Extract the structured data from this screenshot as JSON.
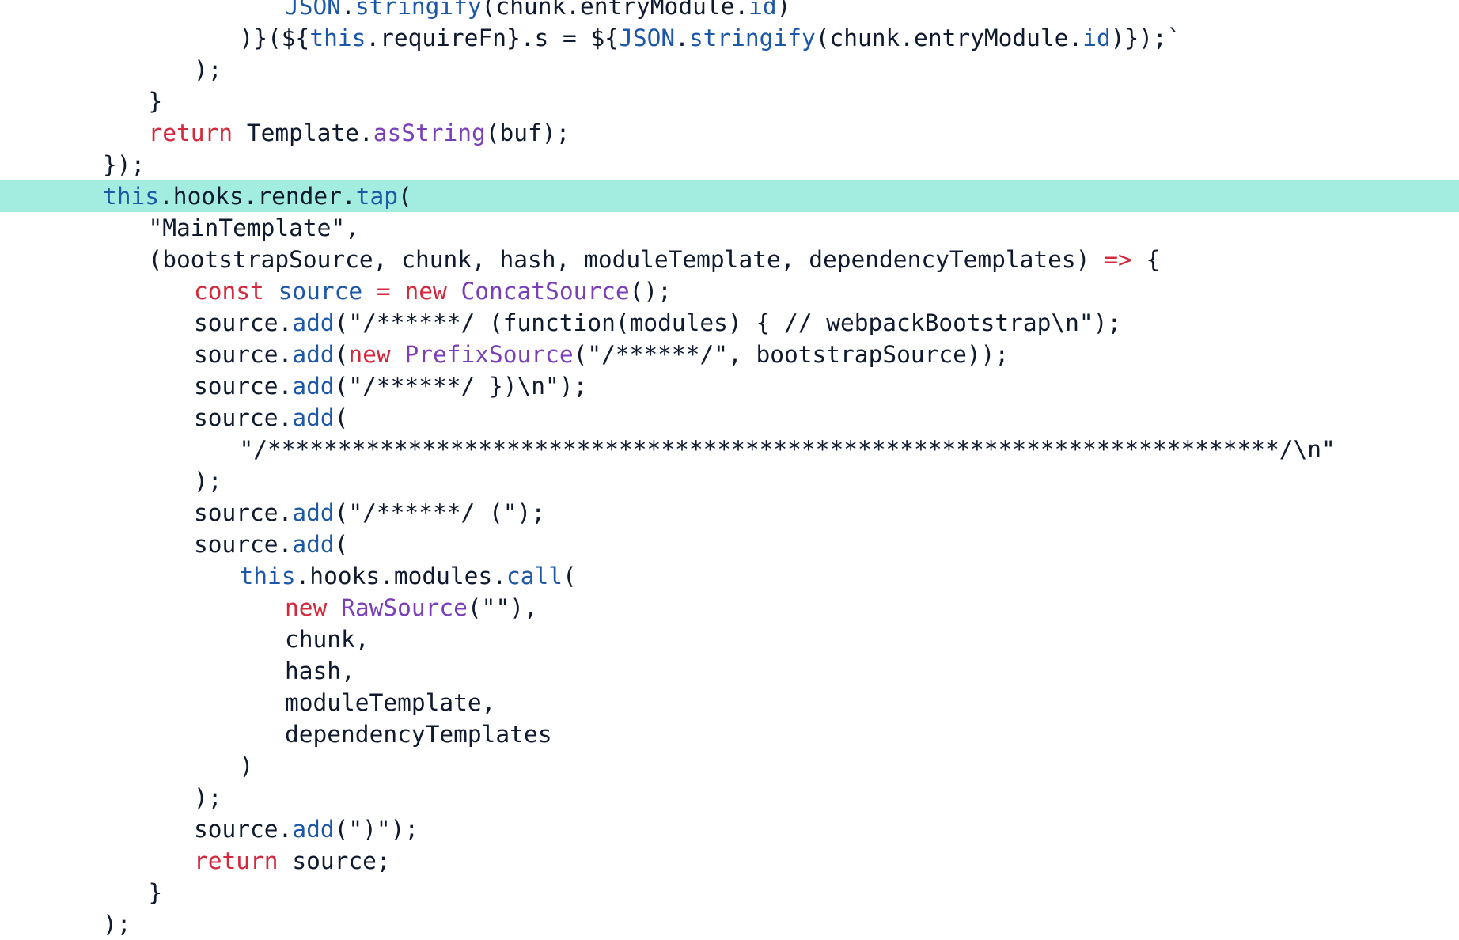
{
  "colors": {
    "background": "#ffffff",
    "highlight": "#a3ede0",
    "plain": "#0f1a2e",
    "keyword": "#d4283c",
    "builtin": "#1c57a8",
    "method": "#7a3fb8"
  },
  "highlighted_line": 6,
  "lines": [
    {
      "indent": 4,
      "tokens": [
        {
          "t": "JSON",
          "c": "builtin"
        },
        {
          "t": ".",
          "c": "plain"
        },
        {
          "t": "stringify",
          "c": "builtin"
        },
        {
          "t": "(chunk.entryModule.",
          "c": "plain"
        },
        {
          "t": "id",
          "c": "builtin"
        },
        {
          "t": ")",
          "c": "plain"
        }
      ]
    },
    {
      "indent": 3,
      "tokens": [
        {
          "t": ")}(${",
          "c": "plain"
        },
        {
          "t": "this",
          "c": "builtin"
        },
        {
          "t": ".requireFn}.s = ${",
          "c": "plain"
        },
        {
          "t": "JSON",
          "c": "builtin"
        },
        {
          "t": ".",
          "c": "plain"
        },
        {
          "t": "stringify",
          "c": "builtin"
        },
        {
          "t": "(chunk.entryModule.",
          "c": "plain"
        },
        {
          "t": "id",
          "c": "builtin"
        },
        {
          "t": ")});`",
          "c": "plain"
        }
      ]
    },
    {
      "indent": 2,
      "tokens": [
        {
          "t": ");",
          "c": "plain"
        }
      ]
    },
    {
      "indent": 1,
      "tokens": [
        {
          "t": "}",
          "c": "plain"
        }
      ]
    },
    {
      "indent": 1,
      "tokens": [
        {
          "t": "return",
          "c": "keyword"
        },
        {
          "t": " Template.",
          "c": "plain"
        },
        {
          "t": "asString",
          "c": "method"
        },
        {
          "t": "(buf);",
          "c": "plain"
        }
      ]
    },
    {
      "indent": 0,
      "tokens": [
        {
          "t": "});",
          "c": "plain"
        }
      ]
    },
    {
      "indent": 0,
      "tokens": [
        {
          "t": "this",
          "c": "builtin"
        },
        {
          "t": ".hooks.render.",
          "c": "plain"
        },
        {
          "t": "tap",
          "c": "builtin"
        },
        {
          "t": "(",
          "c": "plain"
        }
      ]
    },
    {
      "indent": 1,
      "tokens": [
        {
          "t": "\"MainTemplate\",",
          "c": "string"
        }
      ]
    },
    {
      "indent": 1,
      "tokens": [
        {
          "t": "(bootstrapSource, chunk, hash, moduleTemplate, dependencyTemplates) ",
          "c": "plain"
        },
        {
          "t": "=>",
          "c": "keyword"
        },
        {
          "t": " {",
          "c": "plain"
        }
      ]
    },
    {
      "indent": 2,
      "tokens": [
        {
          "t": "const",
          "c": "keyword"
        },
        {
          "t": " ",
          "c": "plain"
        },
        {
          "t": "source",
          "c": "builtin"
        },
        {
          "t": " ",
          "c": "plain"
        },
        {
          "t": "=",
          "c": "keyword"
        },
        {
          "t": " ",
          "c": "plain"
        },
        {
          "t": "new",
          "c": "keyword"
        },
        {
          "t": " ",
          "c": "plain"
        },
        {
          "t": "ConcatSource",
          "c": "class"
        },
        {
          "t": "();",
          "c": "plain"
        }
      ]
    },
    {
      "indent": 2,
      "tokens": [
        {
          "t": "source.",
          "c": "plain"
        },
        {
          "t": "add",
          "c": "builtin"
        },
        {
          "t": "(\"/******/ (function(modules) { // webpackBootstrap\\n\");",
          "c": "plain"
        }
      ]
    },
    {
      "indent": 2,
      "tokens": [
        {
          "t": "source.",
          "c": "plain"
        },
        {
          "t": "add",
          "c": "builtin"
        },
        {
          "t": "(",
          "c": "plain"
        },
        {
          "t": "new",
          "c": "keyword"
        },
        {
          "t": " ",
          "c": "plain"
        },
        {
          "t": "PrefixSource",
          "c": "class"
        },
        {
          "t": "(\"/******/\", bootstrapSource));",
          "c": "plain"
        }
      ]
    },
    {
      "indent": 2,
      "tokens": [
        {
          "t": "source.",
          "c": "plain"
        },
        {
          "t": "add",
          "c": "builtin"
        },
        {
          "t": "(\"/******/ })\\n\");",
          "c": "plain"
        }
      ]
    },
    {
      "indent": 2,
      "tokens": [
        {
          "t": "source.",
          "c": "plain"
        },
        {
          "t": "add",
          "c": "builtin"
        },
        {
          "t": "(",
          "c": "plain"
        }
      ]
    },
    {
      "indent": 3,
      "tokens": [
        {
          "t": "\"/************************************************************************/\\n\"",
          "c": "string"
        }
      ]
    },
    {
      "indent": 2,
      "tokens": [
        {
          "t": ");",
          "c": "plain"
        }
      ]
    },
    {
      "indent": 2,
      "tokens": [
        {
          "t": "source.",
          "c": "plain"
        },
        {
          "t": "add",
          "c": "builtin"
        },
        {
          "t": "(\"/******/ (\");",
          "c": "plain"
        }
      ]
    },
    {
      "indent": 2,
      "tokens": [
        {
          "t": "source.",
          "c": "plain"
        },
        {
          "t": "add",
          "c": "builtin"
        },
        {
          "t": "(",
          "c": "plain"
        }
      ]
    },
    {
      "indent": 3,
      "tokens": [
        {
          "t": "this",
          "c": "builtin"
        },
        {
          "t": ".hooks.modules.",
          "c": "plain"
        },
        {
          "t": "call",
          "c": "builtin"
        },
        {
          "t": "(",
          "c": "plain"
        }
      ]
    },
    {
      "indent": 4,
      "tokens": [
        {
          "t": "new",
          "c": "keyword"
        },
        {
          "t": " ",
          "c": "plain"
        },
        {
          "t": "RawSource",
          "c": "class"
        },
        {
          "t": "(\"\"),",
          "c": "plain"
        }
      ]
    },
    {
      "indent": 4,
      "tokens": [
        {
          "t": "chunk,",
          "c": "plain"
        }
      ]
    },
    {
      "indent": 4,
      "tokens": [
        {
          "t": "hash,",
          "c": "plain"
        }
      ]
    },
    {
      "indent": 4,
      "tokens": [
        {
          "t": "moduleTemplate,",
          "c": "plain"
        }
      ]
    },
    {
      "indent": 4,
      "tokens": [
        {
          "t": "dependencyTemplates",
          "c": "plain"
        }
      ]
    },
    {
      "indent": 3,
      "tokens": [
        {
          "t": ")",
          "c": "plain"
        }
      ]
    },
    {
      "indent": 2,
      "tokens": [
        {
          "t": ");",
          "c": "plain"
        }
      ]
    },
    {
      "indent": 2,
      "tokens": [
        {
          "t": "source.",
          "c": "plain"
        },
        {
          "t": "add",
          "c": "builtin"
        },
        {
          "t": "(\")\");",
          "c": "plain"
        }
      ]
    },
    {
      "indent": 2,
      "tokens": [
        {
          "t": "return",
          "c": "keyword"
        },
        {
          "t": " source;",
          "c": "plain"
        }
      ]
    },
    {
      "indent": 1,
      "tokens": [
        {
          "t": "}",
          "c": "plain"
        }
      ]
    },
    {
      "indent": 0,
      "tokens": [
        {
          "t": ");",
          "c": "plain"
        }
      ]
    }
  ]
}
